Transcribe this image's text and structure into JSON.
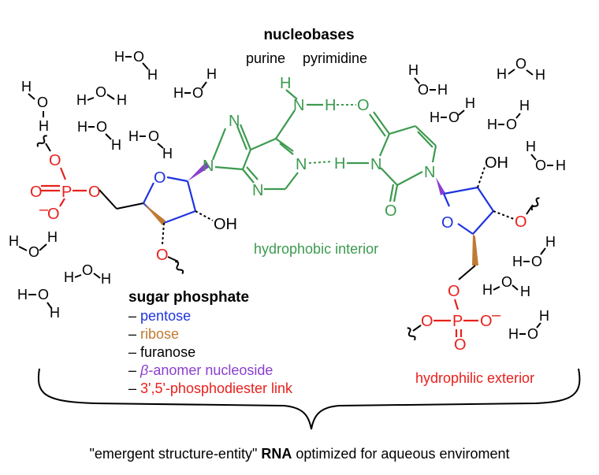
{
  "headings": {
    "nucleobases": "nucleobases",
    "purine": "purine",
    "pyrimidine": "pyrimidine",
    "sugar_phosphate": "sugar phosphate"
  },
  "sugar_list": [
    {
      "text": "pentose",
      "color": "#1f33e0"
    },
    {
      "text": "ribose",
      "color": "#c07a33"
    },
    {
      "text": "furanose",
      "color": "#000000"
    },
    {
      "prefix": "β",
      "text": "-anomer nucleoside",
      "color": "#8a3fd0"
    },
    {
      "text": "3',5'-phosphodiester link",
      "color": "#e8211d"
    }
  ],
  "list_dash": "–",
  "interior_label": "hydrophobic interior",
  "exterior_label": "hydrophilic exterior",
  "caption": {
    "pre": "\"emergent structure-entity\" ",
    "bold": "RNA",
    "post": " optimized for aqueous enviroment"
  },
  "atoms": {
    "O": "O",
    "P": "P",
    "N": "N",
    "H": "H",
    "OH": "OH",
    "neg": "–"
  },
  "colors": {
    "phosphate": "#e8211d",
    "sugar_ring": "#1f33e0",
    "nucleobase": "#3c9a4f",
    "ribose_wedge": "#c07a33",
    "anomer_wedge": "#8a3fd0"
  }
}
